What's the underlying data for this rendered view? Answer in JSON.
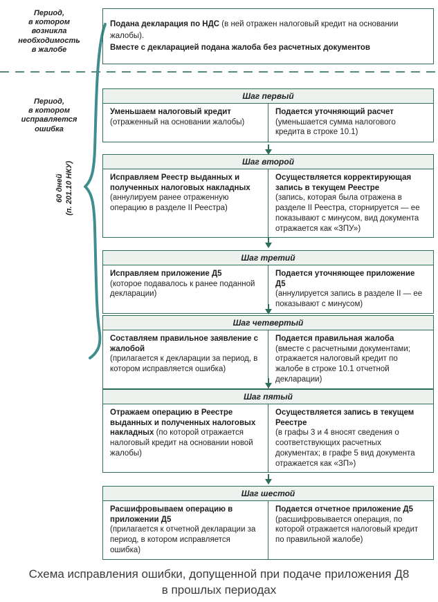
{
  "colors": {
    "box_border": "#2e6e57",
    "header_bg": "#edf2ee",
    "brace_teal": "#3f8e8d",
    "dash_line": "#568b7a",
    "text": "#1e1e1c"
  },
  "left_panel": {
    "period_need_label": "Период,\nв котором\nвозникла\nнеобходимость\nв жалобе",
    "period_fix_label": "Период,\nв котором\nисправляется\nошибка",
    "days_label": "60 дней\n(п. 201.10 НКУ)"
  },
  "intro_box": {
    "bold_lead": "Подана декларация по НДС",
    "normal_tail": " (в ней отражен налоговый кредит на основании жалобы).",
    "bold_line2": "Вместе с декларацией подана жалоба без расчетных документов"
  },
  "steps": [
    {
      "title": "Шаг первый",
      "left_bold": "Уменьшаем налоговый кредит",
      "left_normal": "\n(отраженный на основании жалобы)",
      "right_bold": "Подается уточняющий расчет",
      "right_normal": " (уменьшается сумма налогового кредита в строке 10.1)"
    },
    {
      "title": "Шаг второй",
      "left_bold": "Исправляем Реестр выданных и полученных налоговых накладных",
      "left_normal": "\n(аннулируем ранее отраженную операцию в разделе II Реестра)",
      "right_bold": "Осуществляется корректирующая запись в текущем Реестре",
      "right_normal": "\n(запись, которая была отражена в разделе II Реестра, сторнируется — ее показывают с минусом, вид документа отражается как «ЗПУ»)"
    },
    {
      "title": "Шаг третий",
      "left_bold": "Исправляем приложение Д5",
      "left_normal": "\n(которое подавалось к ранее поданной декларации)",
      "right_bold": "Подается уточняющее приложение Д5",
      "right_normal": "\n(аннулируется запись в разделе II — ее показывают с минусом)"
    },
    {
      "title": "Шаг четвертый",
      "left_bold": "Составляем правильное заявление с жалобой",
      "left_normal": "\n(прилагается к декларации за период, в котором исправляется ошибка)",
      "right_bold": "Подается правильная жалоба",
      "right_normal": "\n(вместе с расчетными документами; отражается налоговый кредит по жалобе в строке 10.1 отчетной декларации)"
    },
    {
      "title": "Шаг пятый",
      "left_bold": "Отражаем операцию в Реестре выданных и полученных налоговых накладных",
      "left_normal": " (по которой отражается налоговый кредит на основании новой жалобы)",
      "right_bold": "Осуществляется запись в текущем Реестре",
      "right_normal": "\n(в графы 3 и 4 вносят сведения о соответствующих расчетных документах; в графе 5 вид документа отражается как «ЗП»)"
    },
    {
      "title": "Шаг шестой",
      "left_bold": "Расшифровываем операцию в приложении Д5",
      "left_normal": "\n(прилагается к отчетной декларации за период, в котором исправляется ошибка)",
      "right_bold": "Подается отчетное приложение Д5",
      "right_normal": "\n(расшифровывается операция, по которой отражается налоговый кредит по правильной жалобе)"
    }
  ],
  "caption": "Схема исправления ошибки, допущенной при подаче приложения Д8\nв прошлых периодах"
}
